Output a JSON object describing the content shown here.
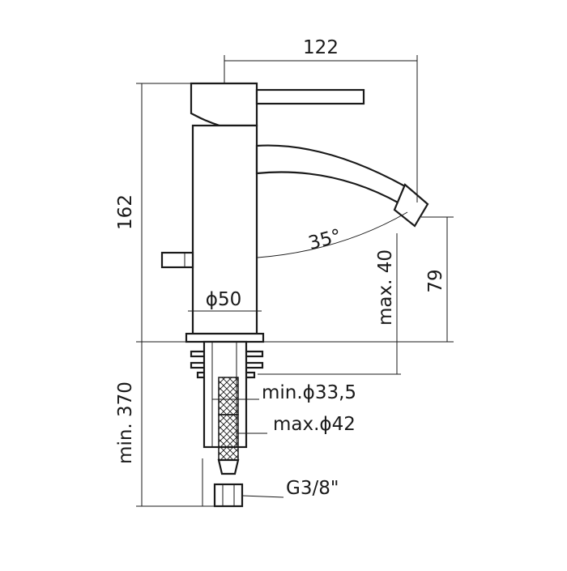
{
  "dimensions": {
    "overall_width": "122",
    "overall_height": "162",
    "spout_angle": "35°",
    "max_deck_thickness": "max. 40",
    "spout_outlet_height": "79",
    "body_diameter": "ϕ50",
    "min_hole_diameter": "min.ϕ33,5",
    "max_hole_diameter": "max.ϕ42",
    "min_hose_length": "min. 370",
    "thread_size": "G3/8\""
  }
}
